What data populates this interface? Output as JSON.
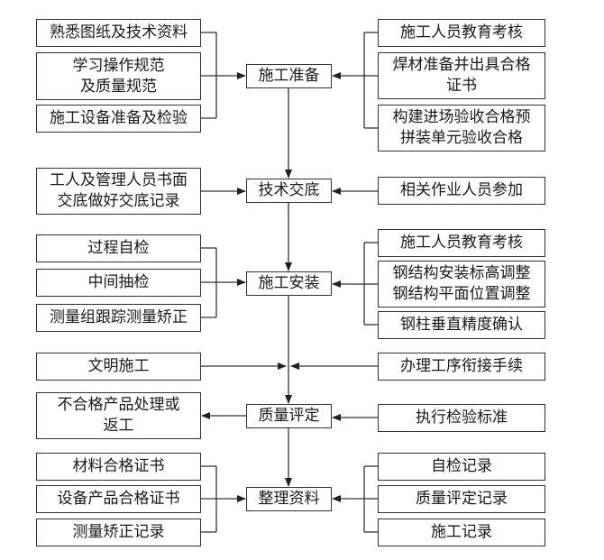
{
  "stages": [
    {
      "id": "prep",
      "label": "施工准备"
    },
    {
      "id": "brief",
      "label": "技术交底"
    },
    {
      "id": "install",
      "label": "施工安装"
    },
    {
      "id": "quality",
      "label": "质量评定"
    },
    {
      "id": "docs",
      "label": "整理资料"
    }
  ],
  "left_items": {
    "prep": [
      "熟悉图纸及技术资料",
      "学习操作规范\n及质量规范",
      "施工设备准备及检验"
    ],
    "brief": [
      "工人及管理人员书面\n交底做好交底记录"
    ],
    "install": [
      "过程自检",
      "中间抽检",
      "测量组跟踪测量矫正"
    ],
    "civil": [
      "文明施工"
    ],
    "quality": [
      "不合格产品处理或\n返工"
    ],
    "docs": [
      "材料合格证书",
      "设备产品合格证书",
      "测量矫正记录"
    ]
  },
  "right_items": {
    "prep": [
      "施工人员教育考核",
      "焊材准备并出具合格\n证书",
      "构建进场验收合格预\n拼装单元验收合格"
    ],
    "brief": [
      "相关作业人员参加"
    ],
    "install": [
      "施工人员教育考核",
      "钢结构安装标高调整\n钢结构平面位置调整",
      "钢柱垂直精度确认"
    ],
    "civil": [
      "办理工序衔接手续"
    ],
    "quality": [
      "执行检验标准"
    ],
    "docs": [
      "自检记录",
      "质量评定记录",
      "施工记录"
    ]
  }
}
